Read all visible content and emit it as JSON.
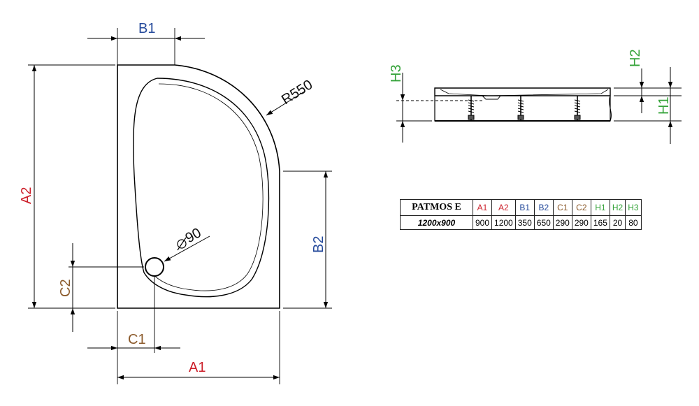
{
  "model": "PATMOS E",
  "size": "1200x900",
  "labels": {
    "A1": "A1",
    "A2": "A2",
    "B1": "B1",
    "B2": "B2",
    "C1": "C1",
    "C2": "C2",
    "H1": "H1",
    "H2": "H2",
    "H3": "H3",
    "radius": "R550",
    "drain": "90"
  },
  "colors": {
    "A": "#cc1f2a",
    "B": "#254a9b",
    "C": "#8b5a2b",
    "H": "#35a33a"
  },
  "table": {
    "headers": [
      {
        "key": "A1",
        "text": "A1",
        "color": "red"
      },
      {
        "key": "A2",
        "text": "A2",
        "color": "red"
      },
      {
        "key": "B1",
        "text": "B1",
        "color": "blue"
      },
      {
        "key": "B2",
        "text": "B2",
        "color": "blue"
      },
      {
        "key": "C1",
        "text": "C1",
        "color": "brown"
      },
      {
        "key": "C2",
        "text": "C2",
        "color": "brown"
      },
      {
        "key": "H1",
        "text": "H1",
        "color": "green"
      },
      {
        "key": "H2",
        "text": "H2",
        "color": "green"
      },
      {
        "key": "H3",
        "text": "H3",
        "color": "green"
      }
    ],
    "values": [
      "900",
      "1200",
      "350",
      "650",
      "290",
      "290",
      "165",
      "20",
      "80"
    ]
  }
}
